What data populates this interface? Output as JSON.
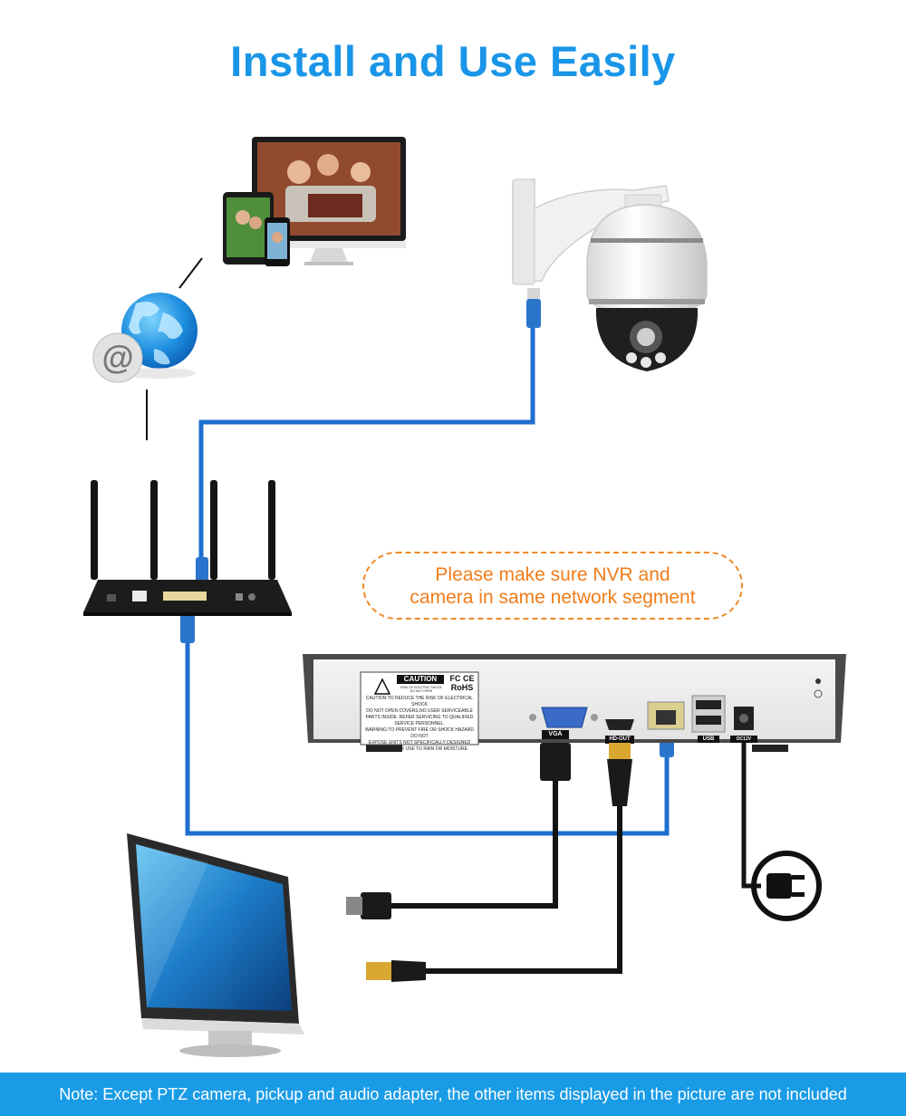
{
  "title": "Install and Use Easily",
  "network_note": {
    "line1": "Please make sure NVR and",
    "line2": "camera in same network segment"
  },
  "nvr_panel": {
    "caution_heading": "CAUTION",
    "caution_sub1": "RISK OF ELECTRIC SHOCK",
    "caution_sub2": "DO NOT OPEN",
    "certifications": "FC CE",
    "rohs": "RoHS",
    "caution_text": [
      "CAUTION:TO REDUCE THE RISK OF ELECTRICAL SHOCK",
      "DO NOT OPEN COVERS.NO USER SERVICEABLE",
      "PARTS INSIDE. REFER SERVICING TO QUALIFIED",
      "SERVICE PERSONNEL.",
      "WARNING:TO PREVENT FIRE OR SHOCK HAZARD DO NOT",
      "EXPOSE UNITS NOT SPECIFICALLY DESIGNED",
      "FOR OUTDOOR USE TO RAIN OR MOISTURE."
    ],
    "port_vga": "VGA",
    "port_hdmi": "HD-OUT",
    "port_usb": "USB",
    "port_dc": "DC12V"
  },
  "footer_note": "Note: Except  PTZ camera, pickup and audio adapter, the other items displayed in the picture are not included",
  "colors": {
    "title_blue": "#1a96e8",
    "cable_blue": "#1f6fd0",
    "note_orange": "#f07d1a",
    "footer_bg": "#1a9be6"
  }
}
